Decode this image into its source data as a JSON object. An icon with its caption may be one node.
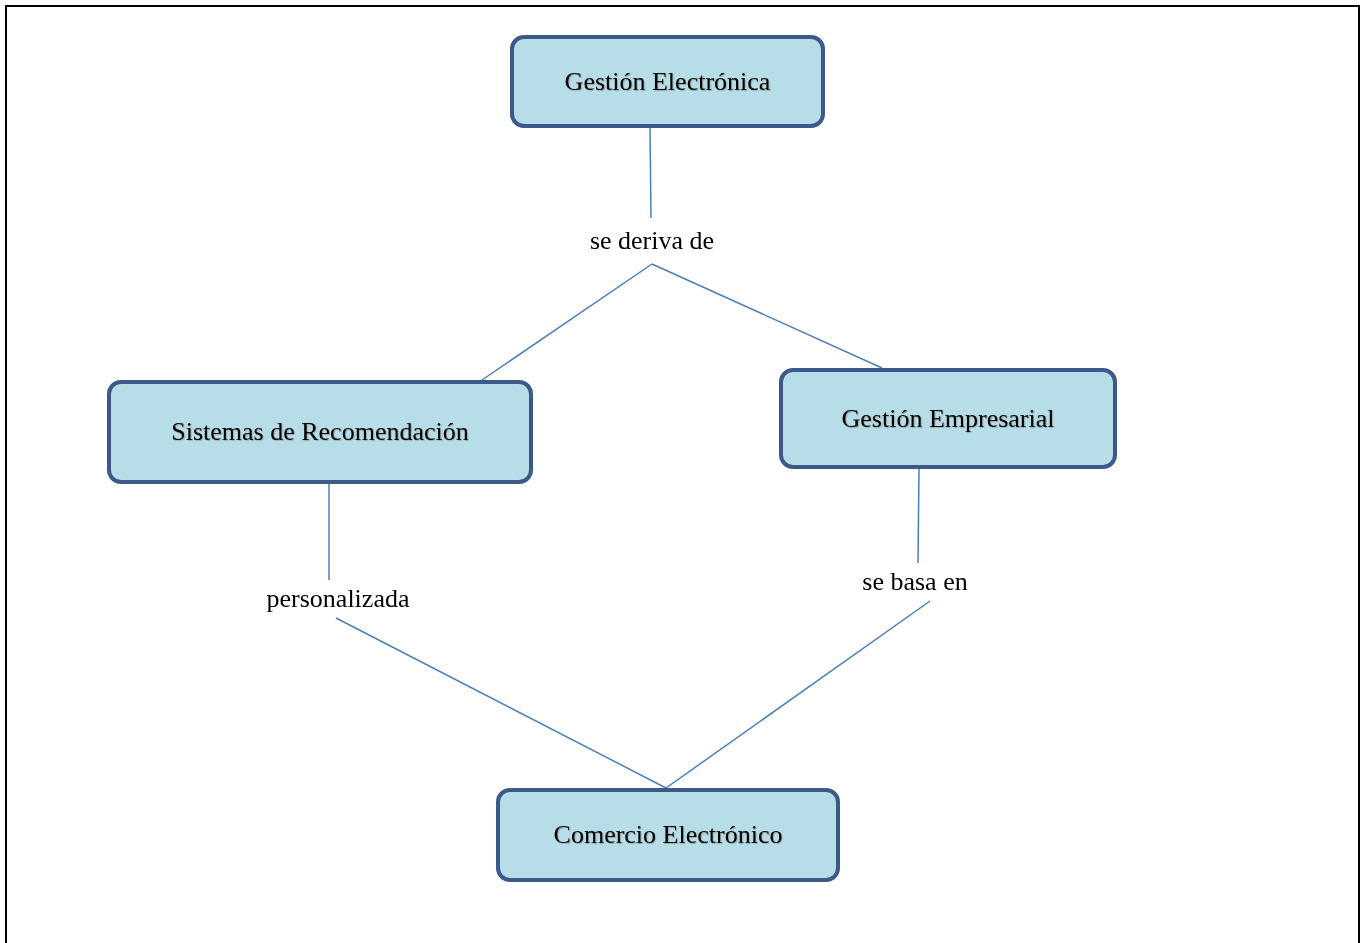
{
  "diagram": {
    "nodes": [
      {
        "text": [
          "Gestión Electrónica"
        ]
      },
      {
        "text": [
          "se deriva de"
        ]
      },
      {
        "text": [
          "Sistemas de Recomendación"
        ]
      },
      {
        "text": [
          "Gestión Empresarial"
        ]
      },
      {
        "text": [
          "personalizada"
        ]
      },
      {
        "text": [
          "se basa en"
        ]
      },
      {
        "text": [
          "Comercio Electrónico"
        ]
      }
    ],
    "edges": [
      {
        "from": 0,
        "to": 1,
        "arrow": "none"
      },
      {
        "from": 1,
        "to": 2,
        "arrow": "none"
      },
      {
        "from": 1,
        "to": 3,
        "arrow": "none"
      },
      {
        "from": 2,
        "to": 4,
        "arrow": "none"
      },
      {
        "from": 3,
        "to": 5,
        "arrow": "none"
      },
      {
        "from": 4,
        "to": 6,
        "arrow": "none"
      },
      {
        "from": 5,
        "to": 6,
        "arrow": "none"
      }
    ]
  }
}
